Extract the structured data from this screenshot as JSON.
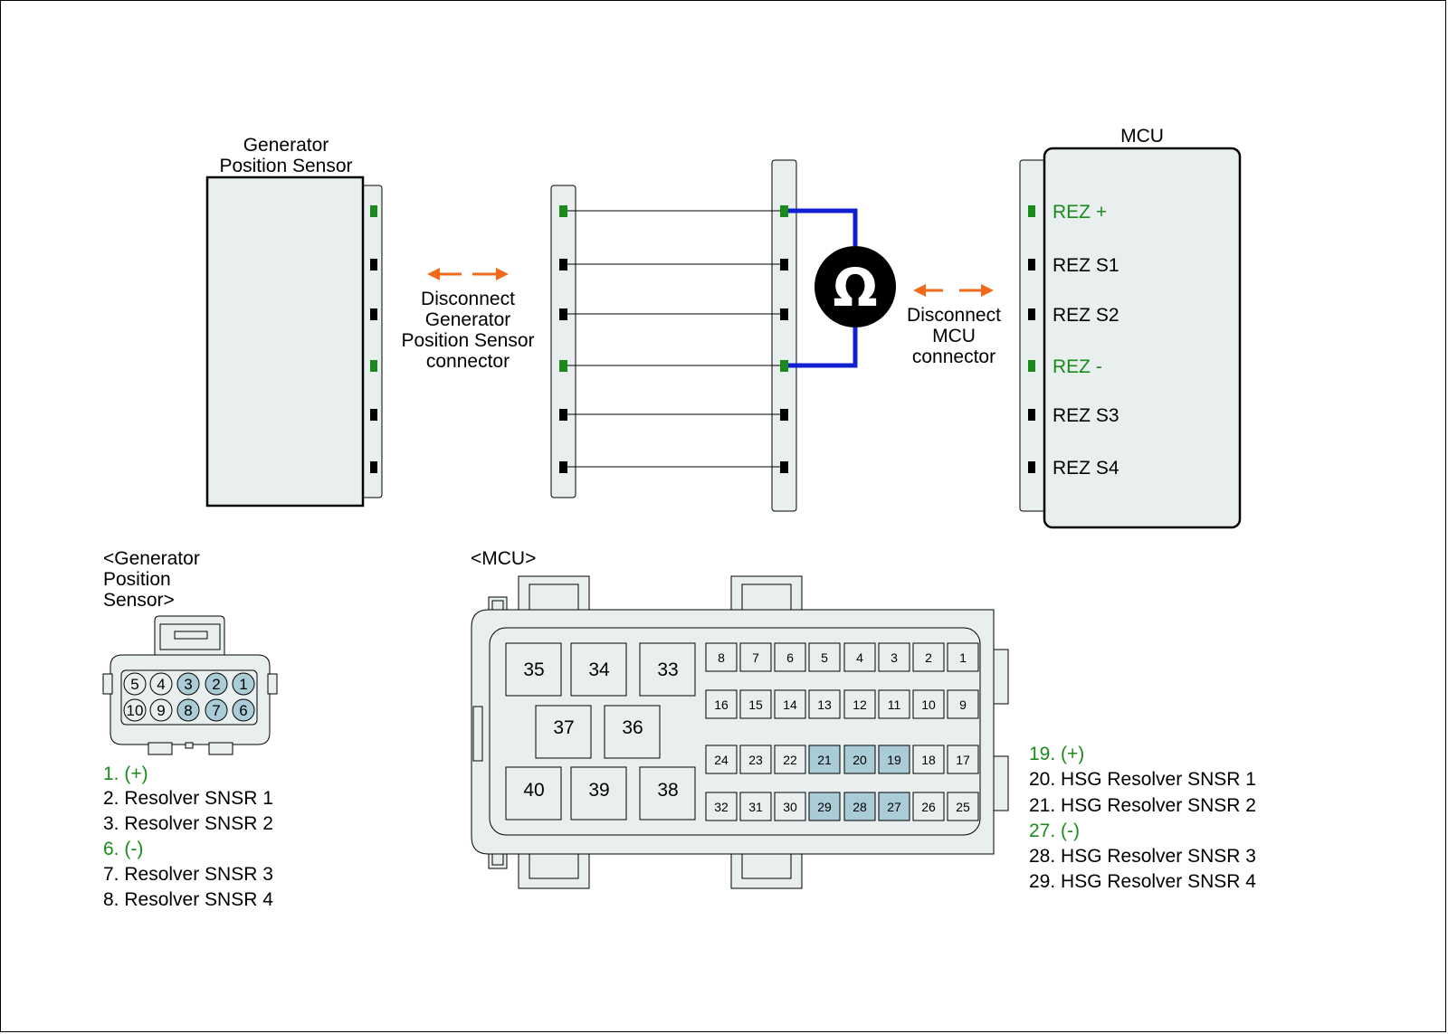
{
  "sensor": {
    "title_line1": "Generator",
    "title_line2": "Position Sensor"
  },
  "disconnect_sensor": {
    "line1": "Disconnect",
    "line2": "Generator",
    "line3": "Position Sensor",
    "line4": "connector"
  },
  "disconnect_mcu": {
    "line1": "Disconnect",
    "line2": "MCU",
    "line3": "connector"
  },
  "meter": {
    "symbol": "Ω"
  },
  "mcu": {
    "title": "MCU",
    "pins": [
      "REZ +",
      "REZ S1",
      "REZ S2",
      "REZ -",
      "REZ S3",
      "REZ S4"
    ]
  },
  "sensor_connector": {
    "title_line1": "<Generator",
    "title_line2": "Position",
    "title_line3": "Sensor>",
    "row1": [
      "5",
      "4",
      "3",
      "2",
      "1"
    ],
    "row2": [
      "10",
      "9",
      "8",
      "7",
      "6"
    ],
    "legend": [
      "1. (+)",
      "2. Resolver SNSR 1",
      "3. Resolver SNSR 2",
      "6. (-)",
      "7. Resolver SNSR 3",
      "8. Resolver SNSR 4"
    ]
  },
  "mcu_connector": {
    "title": "<MCU>",
    "big_pins": [
      "35",
      "34",
      "33",
      "37",
      "36",
      "40",
      "39",
      "38"
    ],
    "row1": [
      "8",
      "7",
      "6",
      "5",
      "4",
      "3",
      "2",
      "1"
    ],
    "row2": [
      "16",
      "15",
      "14",
      "13",
      "12",
      "11",
      "10",
      "9"
    ],
    "row3": [
      "24",
      "23",
      "22",
      "21",
      "20",
      "19",
      "18",
      "17"
    ],
    "row4": [
      "32",
      "31",
      "30",
      "29",
      "28",
      "27",
      "26",
      "25"
    ],
    "legend": [
      "19. (+)",
      "20. HSG Resolver SNSR 1",
      "21. HSG Resolver SNSR 2",
      "27. (-)",
      "28. HSG Resolver SNSR 3",
      "29. HSG Resolver SNSR 4"
    ]
  },
  "colors": {
    "signal_pin": "#1a8a1a",
    "meter_wire": "#1020d0",
    "arrow": "#f06a1a",
    "highlight_pin": "#a9ccd6"
  }
}
